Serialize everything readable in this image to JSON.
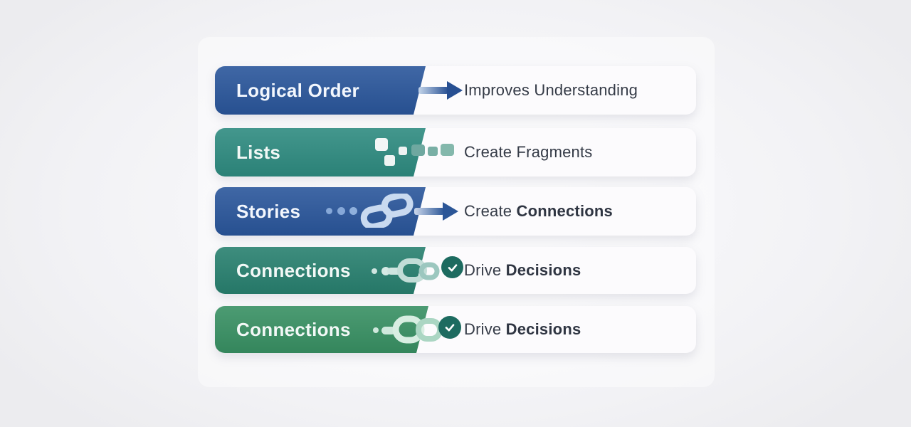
{
  "rows": [
    {
      "label": "Logical Order",
      "desc_main": "Improves Understanding",
      "desc_bold": "",
      "bar_color": "#2a569b",
      "icon": "arrow-right"
    },
    {
      "label": "Lists",
      "desc_main": "Create Fragments",
      "desc_bold": "",
      "bar_color": "#2e8b80",
      "icon": "fragment-squares"
    },
    {
      "label": "Stories",
      "desc_main": "Create ",
      "desc_bold": "Connections",
      "bar_color": "#2a569b",
      "icon": "chain-link-arrow"
    },
    {
      "label": "Connections",
      "desc_main": "Drive ",
      "desc_bold": "Decisions",
      "bar_color": "#28806f",
      "icon": "chain-check"
    },
    {
      "label": "Connections",
      "desc_main": "Drive ",
      "desc_bold": "Decisions",
      "bar_color": "#389063",
      "icon": "chain-check"
    }
  ],
  "colors": {
    "blue": "#2a569b",
    "teal": "#2e8b80",
    "dark_teal": "#28806f",
    "green": "#389063",
    "check_circle": "#1d6b60",
    "row_background": "#fcfbfd",
    "page_background": "#f1f1f4",
    "description_text": "#353b47"
  }
}
